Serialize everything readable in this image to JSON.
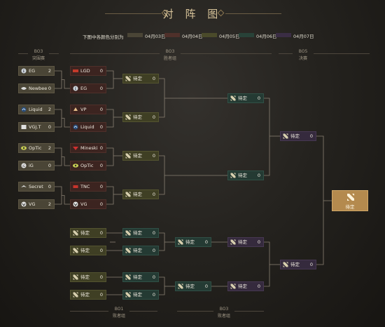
{
  "title": "对 阵 图",
  "legend": {
    "intro": "下图中各颜色分别为",
    "items": [
      {
        "label": "04月03日",
        "color": "#4a4536"
      },
      {
        "label": "04月04日",
        "color": "#4f302a"
      },
      {
        "label": "04月05日",
        "color": "#4a4a2a"
      },
      {
        "label": "04月06日",
        "color": "#284238"
      },
      {
        "label": "04月07日",
        "color": "#3a2d44"
      }
    ]
  },
  "headers": {
    "r1_format": "BO3",
    "r1_name": "突围赛",
    "upper_format": "BO3",
    "upper_name": "胜者组",
    "final_format": "BO5",
    "final_name": "决赛",
    "lower1_format": "BO1",
    "lower1_name": "败者组",
    "lower2_format": "BO3",
    "lower2_name": "败者组"
  },
  "pending": "待定",
  "matches_r0": [
    {
      "name": "EG",
      "score": "2"
    },
    {
      "name": "Newbee",
      "score": "0"
    },
    {
      "name": "Liquid",
      "score": "2"
    },
    {
      "name": "VGJ.T",
      "score": "0"
    },
    {
      "name": "OpTic",
      "score": "2"
    },
    {
      "name": "iG",
      "score": "0"
    },
    {
      "name": "Secret",
      "score": "0"
    },
    {
      "name": "VG",
      "score": "2"
    }
  ],
  "matches_r1": [
    {
      "name": "LGD",
      "score": "0"
    },
    {
      "name": "EG",
      "score": "0"
    },
    {
      "name": "VP",
      "score": "0"
    },
    {
      "name": "Liquid",
      "score": "0"
    },
    {
      "name": "Mineski",
      "score": "0"
    },
    {
      "name": "OpTic",
      "score": "0"
    },
    {
      "name": "TNC",
      "score": "0"
    },
    {
      "name": "VG",
      "score": "0"
    }
  ],
  "score_zero": "0",
  "champion_label": "待定"
}
